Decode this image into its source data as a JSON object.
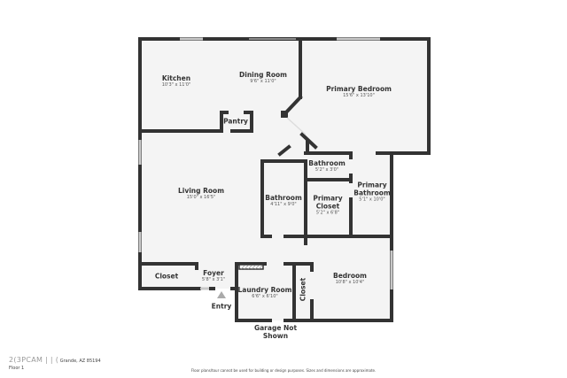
{
  "floorplan": {
    "rooms": [
      {
        "id": "kitchen",
        "name": "Kitchen",
        "dims": "10'3\" x 11'0\""
      },
      {
        "id": "dining",
        "name": "Dining Room",
        "dims": "9'6\" x 11'0\""
      },
      {
        "id": "primary_bedroom",
        "name": "Primary Bedroom",
        "dims": "15'6\" x 13'10\""
      },
      {
        "id": "pantry",
        "name": "Pantry",
        "dims": ""
      },
      {
        "id": "living",
        "name": "Living Room",
        "dims": "15'0\" x 16'5\""
      },
      {
        "id": "bathroom_small",
        "name": "Bathroom",
        "dims": "5'2\" x 3'0\""
      },
      {
        "id": "bathroom",
        "name": "Bathroom",
        "dims": "4'11\" x 9'0\""
      },
      {
        "id": "primary_closet",
        "name": "Primary Closet",
        "dims": "5'2\" x 6'8\""
      },
      {
        "id": "primary_bathroom",
        "name": "Primary Bathroom",
        "dims": "5'1\" x 10'0\""
      },
      {
        "id": "closet_left",
        "name": "Closet",
        "dims": ""
      },
      {
        "id": "foyer",
        "name": "Foyer",
        "dims": "5'8\" x 3'1\""
      },
      {
        "id": "laundry",
        "name": "Laundry Room",
        "dims": "6'6\" x 6'10\""
      },
      {
        "id": "closet_bedroom",
        "name": "Closet",
        "dims": ""
      },
      {
        "id": "bedroom",
        "name": "Bedroom",
        "dims": "10'8\" x 10'4\""
      }
    ],
    "annotations": {
      "entry": "Entry",
      "garage_line1": "Garage Not",
      "garage_line2": "Shown",
      "primary_closet_line1": "Primary",
      "primary_closet_line2": "Closet",
      "primary_bathroom_line1": "Primary",
      "primary_bathroom_line2": "Bathroom"
    }
  },
  "footer": {
    "address_watermark": "2⁠(3PC⁠AM⁠ |⁠ |⁠ (",
    "address_visible": "Grande, AZ 85194",
    "floor": "Floor 1",
    "disclaimer": "Floor plans/tour cannot be used for building or design purposes. Sizes and dimensions are approximate."
  },
  "colors": {
    "wall": "#333333",
    "floor": "#f4f4f4",
    "window": "#c8c8c8"
  }
}
